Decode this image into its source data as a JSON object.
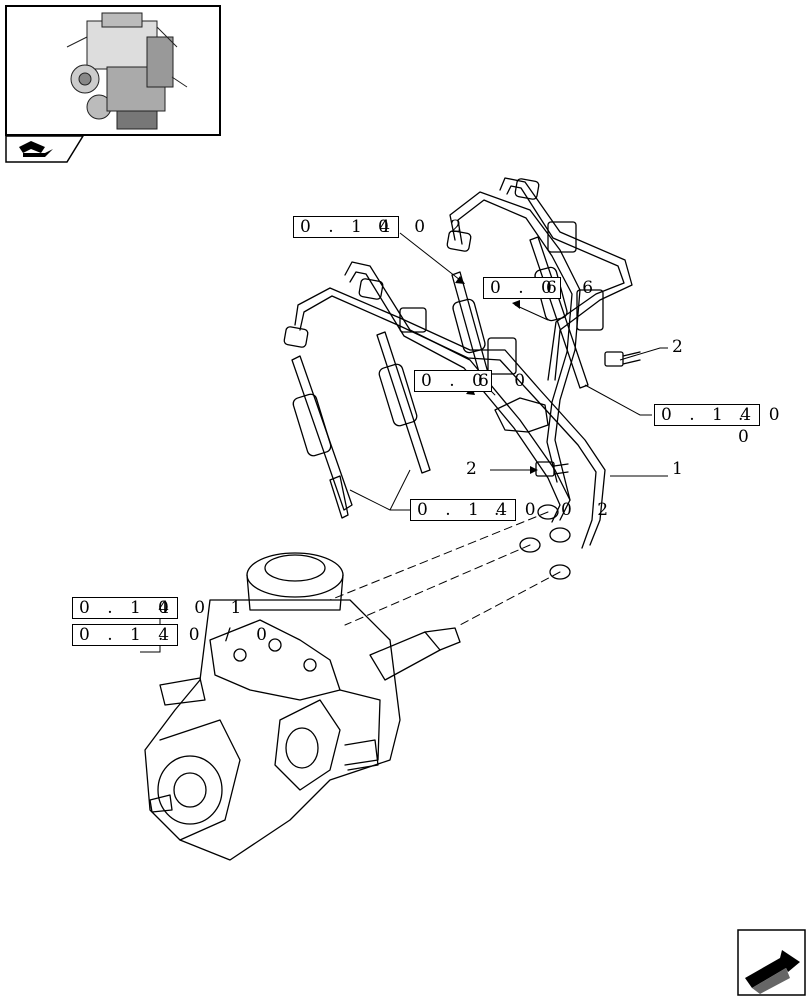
{
  "thumbnail": {
    "icon": "engine-thumbnail-icon",
    "nav_icon": "book-page-icon"
  },
  "references": {
    "r1": {
      "box": "0 . 1 4",
      "tail": "0 0 2"
    },
    "r2": {
      "box": "0 . 0",
      "tail": "6 6"
    },
    "r3": {
      "box": "0 . 0",
      "tail": "6 0"
    },
    "r4": {
      "box": "0 . 1 4",
      "tail": ". 0 0"
    },
    "r5": {
      "box": "0 . 1 4",
      "tail": ". 0 0 2"
    },
    "r6": {
      "box": "0 . 1 4",
      "tail": "0 0 1"
    },
    "r7": {
      "box": "0 . 1 4",
      "tail": ". 0 / 0"
    }
  },
  "callouts": {
    "c1": "2",
    "c2": "2",
    "c3": "1"
  },
  "nav": {
    "next_icon": "next-page-arrow-icon"
  }
}
